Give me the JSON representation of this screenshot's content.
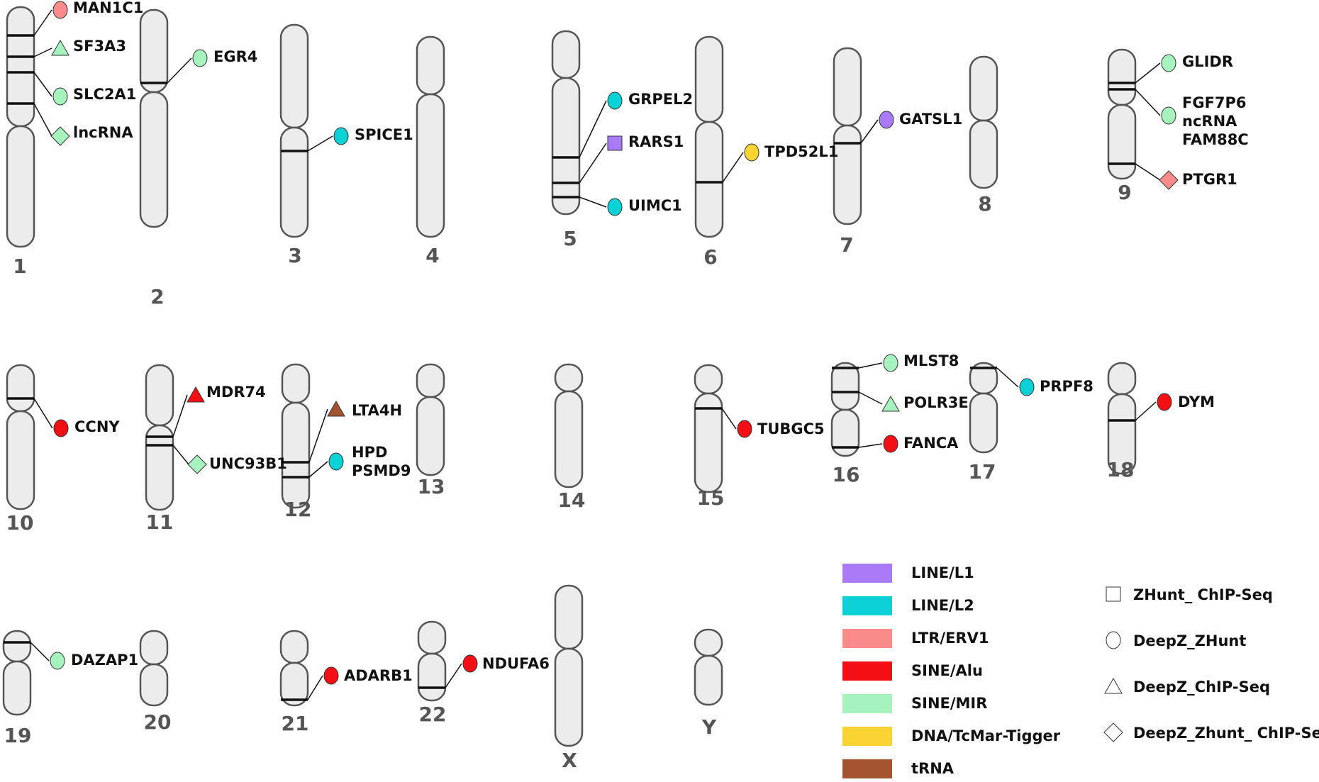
{
  "chromosomes": [
    {
      "label": "1"
    },
    {
      "label": "2"
    },
    {
      "label": "3"
    },
    {
      "label": "4"
    },
    {
      "label": "5"
    },
    {
      "label": "6"
    },
    {
      "label": "7"
    },
    {
      "label": "8"
    },
    {
      "label": "9"
    },
    {
      "label": "10"
    },
    {
      "label": "11"
    },
    {
      "label": "12"
    },
    {
      "label": "13"
    },
    {
      "label": "14"
    },
    {
      "label": "15"
    },
    {
      "label": "16"
    },
    {
      "label": "17"
    },
    {
      "label": "18"
    },
    {
      "label": "19"
    },
    {
      "label": "20"
    },
    {
      "label": "21"
    },
    {
      "label": "22"
    },
    {
      "label": "X"
    },
    {
      "label": "Y"
    }
  ],
  "genes": [
    {
      "chromosome": "1",
      "lines": [
        "MAN1C1"
      ],
      "repeat_class": "LTR/ERV1",
      "evidence": "DeepZ_ZHunt"
    },
    {
      "chromosome": "1",
      "lines": [
        "SF3A3"
      ],
      "repeat_class": "SINE/MIR",
      "evidence": "DeepZ_ChIP-Seq"
    },
    {
      "chromosome": "1",
      "lines": [
        "SLC2A1"
      ],
      "repeat_class": "SINE/MIR",
      "evidence": "DeepZ_ZHunt"
    },
    {
      "chromosome": "1",
      "lines": [
        "lncRNA"
      ],
      "repeat_class": "SINE/MIR",
      "evidence": "DeepZ_Zhunt_ ChIP-Seq"
    },
    {
      "chromosome": "2",
      "lines": [
        "EGR4"
      ],
      "repeat_class": "SINE/MIR",
      "evidence": "DeepZ_ZHunt"
    },
    {
      "chromosome": "3",
      "lines": [
        "SPICE1"
      ],
      "repeat_class": "LINE/L2",
      "evidence": "DeepZ_ZHunt"
    },
    {
      "chromosome": "5",
      "lines": [
        "GRPEL2"
      ],
      "repeat_class": "LINE/L2",
      "evidence": "DeepZ_ZHunt"
    },
    {
      "chromosome": "5",
      "lines": [
        "RARS1"
      ],
      "repeat_class": "LINE/L1",
      "evidence": "ZHunt_ ChIP-Seq"
    },
    {
      "chromosome": "5",
      "lines": [
        "UIMC1"
      ],
      "repeat_class": "LINE/L2",
      "evidence": "DeepZ_ZHunt"
    },
    {
      "chromosome": "6",
      "lines": [
        "TPD52L1"
      ],
      "repeat_class": "DNA/TcMar-Tigger",
      "evidence": "DeepZ_ZHunt"
    },
    {
      "chromosome": "7",
      "lines": [
        "GATSL1"
      ],
      "repeat_class": "LINE/L1",
      "evidence": "DeepZ_ZHunt"
    },
    {
      "chromosome": "9",
      "lines": [
        "GLIDR"
      ],
      "repeat_class": "SINE/MIR",
      "evidence": "DeepZ_ZHunt"
    },
    {
      "chromosome": "9",
      "lines": [
        "FGF7P6",
        "ncRNA",
        "FAM88C"
      ],
      "repeat_class": "SINE/MIR",
      "evidence": "DeepZ_ZHunt"
    },
    {
      "chromosome": "9",
      "lines": [
        "PTGR1"
      ],
      "repeat_class": "LTR/ERV1",
      "evidence": "DeepZ_Zhunt_ ChIP-Seq"
    },
    {
      "chromosome": "10",
      "lines": [
        "CCNY"
      ],
      "repeat_class": "SINE/Alu",
      "evidence": "DeepZ_ZHunt"
    },
    {
      "chromosome": "11",
      "lines": [
        "MDR74"
      ],
      "repeat_class": "SINE/Alu",
      "evidence": "DeepZ_ChIP-Seq"
    },
    {
      "chromosome": "11",
      "lines": [
        "UNC93B1"
      ],
      "repeat_class": "SINE/MIR",
      "evidence": "DeepZ_Zhunt_ ChIP-Seq"
    },
    {
      "chromosome": "12",
      "lines": [
        "LTA4H"
      ],
      "repeat_class": "tRNA",
      "evidence": "DeepZ_ChIP-Seq"
    },
    {
      "chromosome": "12",
      "lines": [
        "HPD",
        "PSMD9"
      ],
      "repeat_class": "LINE/L2",
      "evidence": "DeepZ_ZHunt"
    },
    {
      "chromosome": "15",
      "lines": [
        "TUBGC5"
      ],
      "repeat_class": "SINE/Alu",
      "evidence": "DeepZ_ZHunt"
    },
    {
      "chromosome": "16",
      "lines": [
        "MLST8"
      ],
      "repeat_class": "SINE/MIR",
      "evidence": "DeepZ_ZHunt"
    },
    {
      "chromosome": "16",
      "lines": [
        "POLR3E"
      ],
      "repeat_class": "SINE/MIR",
      "evidence": "DeepZ_ChIP-Seq"
    },
    {
      "chromosome": "16",
      "lines": [
        "FANCA"
      ],
      "repeat_class": "SINE/Alu",
      "evidence": "DeepZ_ZHunt"
    },
    {
      "chromosome": "17",
      "lines": [
        "PRPF8"
      ],
      "repeat_class": "LINE/L2",
      "evidence": "DeepZ_ZHunt"
    },
    {
      "chromosome": "18",
      "lines": [
        "DYM"
      ],
      "repeat_class": "SINE/Alu",
      "evidence": "DeepZ_ZHunt"
    },
    {
      "chromosome": "19",
      "lines": [
        "DAZAP1"
      ],
      "repeat_class": "SINE/MIR",
      "evidence": "DeepZ_ZHunt"
    },
    {
      "chromosome": "21",
      "lines": [
        "ADARB1"
      ],
      "repeat_class": "SINE/Alu",
      "evidence": "DeepZ_ZHunt"
    },
    {
      "chromosome": "22",
      "lines": [
        "NDUFA6"
      ],
      "repeat_class": "SINE/Alu",
      "evidence": "DeepZ_ZHunt"
    }
  ],
  "legend": {
    "repeat_classes": [
      {
        "label": "LINE/L1",
        "color": "#a87af5"
      },
      {
        "label": "LINE/L2",
        "color": "#0bd1d6"
      },
      {
        "label": "LTR/ERV1",
        "color": "#f98b8b"
      },
      {
        "label": "SINE/Alu",
        "color": "#f30f14"
      },
      {
        "label": "SINE/MIR",
        "color": "#a6f3be"
      },
      {
        "label": "DNA/TcMar-Tigger",
        "color": "#f8d332"
      },
      {
        "label": "tRNA",
        "color": "#a2552f"
      }
    ],
    "evidence_shapes": [
      {
        "label": "ZHunt_ ChIP-Seq",
        "shape": "square"
      },
      {
        "label": "DeepZ_ZHunt",
        "shape": "circle"
      },
      {
        "label": "DeepZ_ChIP-Seq",
        "shape": "triangle"
      },
      {
        "label": "DeepZ_Zhunt_ ChIP-Seq",
        "shape": "diamond"
      }
    ]
  }
}
